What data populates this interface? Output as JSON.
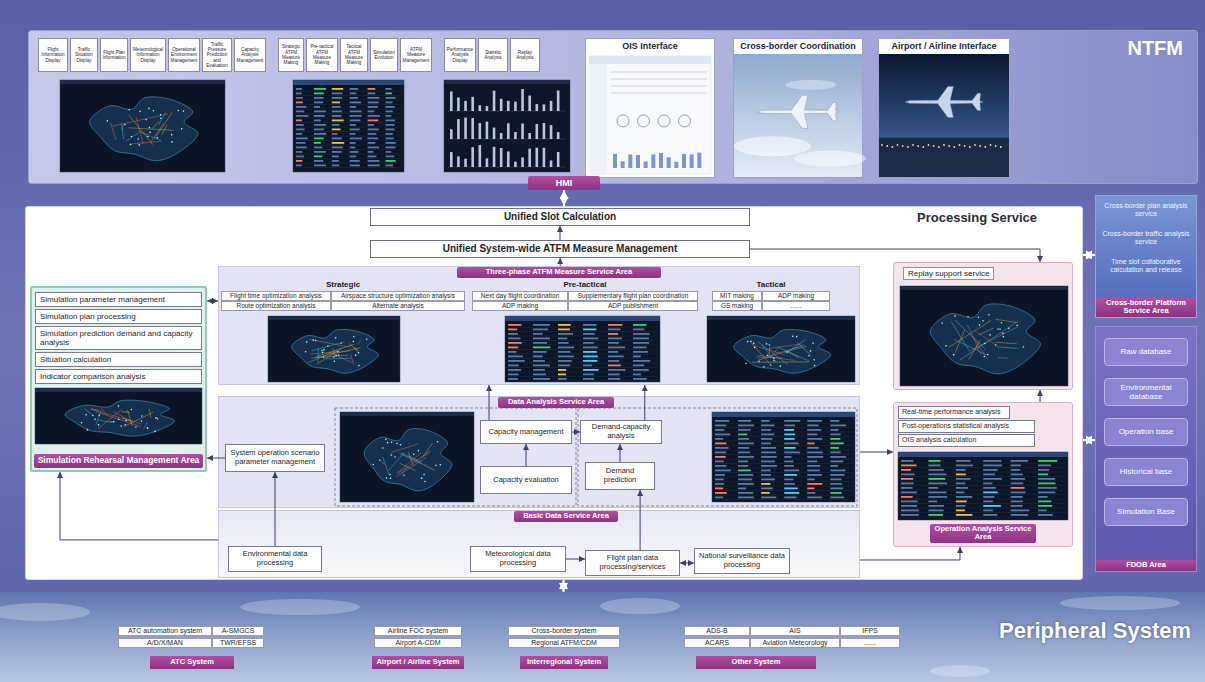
{
  "diagram": {
    "nodes": [
      {
        "text": [
          "NTFM"
        ]
      },
      {
        "text": [
          "Flight Information Display"
        ],
        "in": 0
      },
      {
        "text": [
          "Traffic Situation Display"
        ],
        "in": 0
      },
      {
        "text": [
          "Flight Plan Information"
        ],
        "in": 0
      },
      {
        "text": [
          "Meteorological Information Display"
        ],
        "in": 0
      },
      {
        "text": [
          "Operational Environment Management"
        ],
        "in": 0
      },
      {
        "text": [
          "Traffic Pressure Prediction and Evaluation"
        ],
        "in": 0
      },
      {
        "text": [
          "Capacity Analysis Management"
        ],
        "in": 0
      },
      {
        "text": [
          "Strategic ATFM Measure Making"
        ],
        "in": 0
      },
      {
        "text": [
          "Pre-tactical ATFM Measure Making"
        ],
        "in": 0
      },
      {
        "text": [
          "Tactical ATFM Measure Making"
        ],
        "in": 0
      },
      {
        "text": [
          "Simulation Evolution"
        ],
        "in": 0
      },
      {
        "text": [
          "ATFM Measure Management"
        ],
        "in": 0
      },
      {
        "text": [
          "Performance Analysis Display"
        ],
        "in": 0
      },
      {
        "text": [
          "Statistic Analysis"
        ],
        "in": 0
      },
      {
        "text": [
          "Replay Analysis"
        ],
        "in": 0
      },
      {
        "text": [
          "OIS Interface"
        ],
        "in": 0
      },
      {
        "text": [
          "Cross-border Coordination"
        ],
        "in": 0
      },
      {
        "text": [
          "Airport / Airline Interface"
        ],
        "in": 0
      },
      {
        "text": [
          "HMI"
        ],
        "in": 0
      },
      {
        "text": [
          "Processing Service"
        ]
      },
      {
        "text": [
          "Unified Slot Calculation"
        ],
        "in": 20
      },
      {
        "text": [
          "Unified System-wide ATFM Measure Management"
        ],
        "in": 20
      },
      {
        "text": [
          "Three-phase ATFM Measure Service Area"
        ],
        "in": 20
      },
      {
        "text": [
          "Flight time optimization analysis"
        ],
        "in": 23
      },
      {
        "text": [
          "Airspace structure optimization analysis"
        ],
        "in": 23
      },
      {
        "text": [
          "Route optimization analysis"
        ],
        "in": 23
      },
      {
        "text": [
          "Alternate analysis"
        ],
        "in": 23
      },
      {
        "text": [
          "Next day flight coordination"
        ],
        "in": 23
      },
      {
        "text": [
          "Supplementary flight plan coordination"
        ],
        "in": 23
      },
      {
        "text": [
          "ADP making"
        ],
        "in": 23
      },
      {
        "text": [
          "ADP publishment"
        ],
        "in": 23
      },
      {
        "text": [
          "MIT making"
        ],
        "in": 23
      },
      {
        "text": [
          "ADP making"
        ],
        "in": 23
      },
      {
        "text": [
          "GS making"
        ],
        "in": 23
      },
      {
        "text": [
          "......"
        ],
        "in": 23
      },
      {
        "text": [
          "Data Analysis Service Area"
        ],
        "in": 20
      },
      {
        "text": [
          "System operation scenario parameter management"
        ],
        "in": 36
      },
      {
        "text": [
          "Capacity management"
        ],
        "in": 36
      },
      {
        "text": [
          "Demand-capacity analysis"
        ],
        "in": 36
      },
      {
        "text": [
          "Capacity evaluation"
        ],
        "in": 36
      },
      {
        "text": [
          "Demand prediction"
        ],
        "in": 36
      },
      {
        "text": [
          "Basic Data Service Area"
        ],
        "in": 20
      },
      {
        "text": [
          "Environmental data processing"
        ],
        "in": 42
      },
      {
        "text": [
          "Meteorological data processing"
        ],
        "in": 42
      },
      {
        "text": [
          "Flight plan data processing/services"
        ],
        "in": 42
      },
      {
        "text": [
          "National surveillance data processing"
        ],
        "in": 42
      },
      {
        "text": [
          "Simulation Rehearsal Management Area"
        ],
        "in": 20
      },
      {
        "text": [
          "Simulation parameter management"
        ],
        "in": 47
      },
      {
        "text": [
          "Simulation plan processing"
        ],
        "in": 47
      },
      {
        "text": [
          "Simulation prediction demand and capacity analysis"
        ],
        "in": 47
      },
      {
        "text": [
          "Situation calculation"
        ],
        "in": 47
      },
      {
        "text": [
          "Indicator comparison analysis"
        ],
        "in": 47
      },
      {
        "text": [
          "Replay support service"
        ],
        "in": 20
      },
      {
        "text": [
          "Operation Analysis Service Area"
        ],
        "in": 20
      },
      {
        "text": [
          "Real-time performance analysis"
        ],
        "in": 54
      },
      {
        "text": [
          "Post-operations statistical analysis"
        ],
        "in": 54
      },
      {
        "text": [
          "OIS analysis calculation"
        ],
        "in": 54
      },
      {
        "text": [
          "Cross-border plan analysis service",
          "Cross-border traffic analysis service",
          "Time slot collaborative calculation and release",
          "Cross-border Platform Service Area"
        ]
      },
      {
        "text": [
          "FDOB Area"
        ]
      },
      {
        "text": [
          "Raw database"
        ],
        "in": 59
      },
      {
        "text": [
          "Environmental database"
        ],
        "in": 59
      },
      {
        "text": [
          "Operation base"
        ],
        "in": 59
      },
      {
        "text": [
          "Historical base"
        ],
        "in": 59
      },
      {
        "text": [
          "Simulation Base"
        ],
        "in": 59
      },
      {
        "text": [
          "Peripheral System"
        ]
      },
      {
        "text": [
          "ATC automation system"
        ],
        "in": 65
      },
      {
        "text": [
          "A-SMGCS"
        ],
        "in": 65
      },
      {
        "text": [
          "A/D/X/MAN"
        ],
        "in": 65
      },
      {
        "text": [
          "TWR/EFSS"
        ],
        "in": 65
      },
      {
        "text": [
          "ATC System"
        ],
        "in": 65
      },
      {
        "text": [
          "Airline FOC system"
        ],
        "in": 65
      },
      {
        "text": [
          "Airport A-CDM"
        ],
        "in": 65
      },
      {
        "text": [
          "Airport / Airline System"
        ],
        "in": 65
      },
      {
        "text": [
          "Cross-border system"
        ],
        "in": 65
      },
      {
        "text": [
          "Regional ATFM/CDM"
        ],
        "in": 65
      },
      {
        "text": [
          "Interregional System"
        ],
        "in": 65
      },
      {
        "text": [
          "ADS-B"
        ],
        "in": 65
      },
      {
        "text": [
          "AIS"
        ],
        "in": 65
      },
      {
        "text": [
          "IFPS"
        ],
        "in": 65
      },
      {
        "text": [
          "ACARS"
        ],
        "in": 65
      },
      {
        "text": [
          "Aviation Meteorology"
        ],
        "in": 65
      },
      {
        "text": [
          "......"
        ],
        "in": 65
      },
      {
        "text": [
          "Other System"
        ],
        "in": 65
      }
    ],
    "edges": [
      {
        "from": 19,
        "to": 20,
        "arrow": "both"
      },
      {
        "from": 20,
        "to": 65,
        "arrow": "both"
      },
      {
        "from": 22,
        "to": 21,
        "arrow": "to"
      },
      {
        "from": 23,
        "to": 22,
        "arrow": "to"
      },
      {
        "from": 47,
        "to": 23,
        "arrow": "both"
      },
      {
        "from": 38,
        "to": 23,
        "arrow": "to"
      },
      {
        "from": 39,
        "to": 23,
        "arrow": "to"
      },
      {
        "from": 40,
        "to": 38,
        "arrow": "to"
      },
      {
        "from": 41,
        "to": 39,
        "arrow": "to"
      },
      {
        "from": 38,
        "to": 39,
        "arrow": "to"
      },
      {
        "from": 37,
        "to": 47,
        "arrow": "to"
      },
      {
        "from": 43,
        "to": 37,
        "arrow": "to"
      },
      {
        "from": 42,
        "to": 47,
        "arrow": "to"
      },
      {
        "from": 44,
        "to": 45,
        "arrow": "to"
      },
      {
        "from": 45,
        "to": 46,
        "arrow": "both"
      },
      {
        "from": 45,
        "to": 41,
        "arrow": "to"
      },
      {
        "from": 42,
        "to": 54,
        "arrow": "to"
      },
      {
        "from": 36,
        "to": 54,
        "arrow": "to"
      },
      {
        "from": 22,
        "to": 53,
        "arrow": "to"
      },
      {
        "from": 54,
        "to": 53,
        "arrow": "to"
      },
      {
        "from": 20,
        "to": 58,
        "arrow": "both"
      },
      {
        "from": 20,
        "to": 59,
        "arrow": "both"
      }
    ],
    "labels": [
      "Strategic",
      "Pre-tactical",
      "Tactical"
    ]
  }
}
